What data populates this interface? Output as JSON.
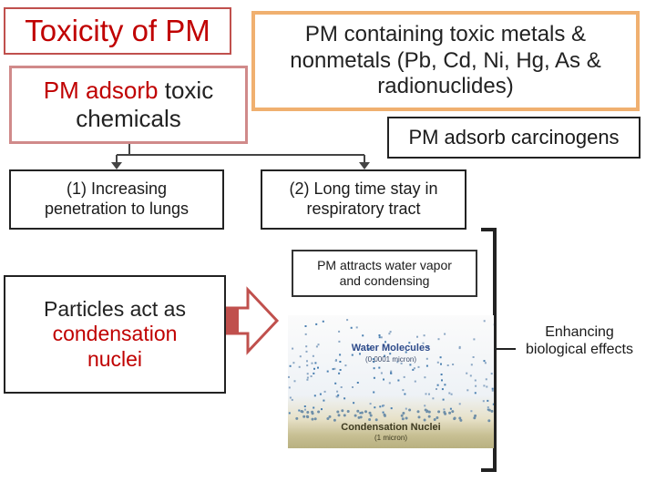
{
  "title": "Toxicity of PM",
  "adsorb_toxic": {
    "red": "PM adsorb",
    "rest": " toxic chemicals"
  },
  "metals_box": "PM containing toxic metals & nonmetals (Pb, Cd, Ni, Hg, As & radionuclides)",
  "carcinogens_box": "PM adsorb carcinogens",
  "increasing_box": {
    "line1": "(1) Increasing",
    "line2": "penetration to lungs"
  },
  "long_time_box": {
    "line1": "(2) Long time stay in",
    "line2": "respiratory tract"
  },
  "attracts_box": {
    "line1": "PM attracts water vapor",
    "line2": "and condensing"
  },
  "condensation_box": {
    "black": "Particles act as",
    "red1": "condensation",
    "red2": "nuclei"
  },
  "enhancing_box": {
    "line1": "Enhancing",
    "line2": "biological effects"
  },
  "photo": {
    "water_label": "Water Molecules",
    "water_size": "(0.0001 micron)",
    "nuclei_label": "Condensation Nuclei",
    "nuclei_size": "(1 micron)"
  },
  "colors": {
    "accent_red": "#c00000",
    "title_border": "#c0504d",
    "metals_border": "#f0b070",
    "arrow_fill": "#c0504d"
  }
}
